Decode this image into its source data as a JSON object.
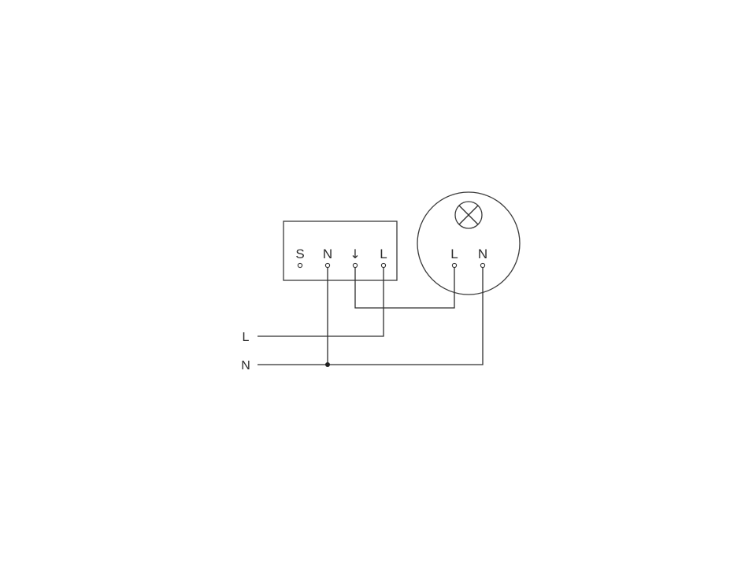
{
  "switch_box": {
    "terminals": [
      {
        "label": "S"
      },
      {
        "label": "N"
      },
      {
        "label": "↓"
      },
      {
        "label": "L"
      }
    ]
  },
  "lamp": {
    "symbol": "lamp-icon",
    "terminals": [
      {
        "label": "L"
      },
      {
        "label": "N"
      }
    ]
  },
  "supply": {
    "line_label": "L",
    "neutral_label": "N"
  },
  "colors": {
    "background": "#ffffff",
    "stroke": "#2e2e2e"
  }
}
